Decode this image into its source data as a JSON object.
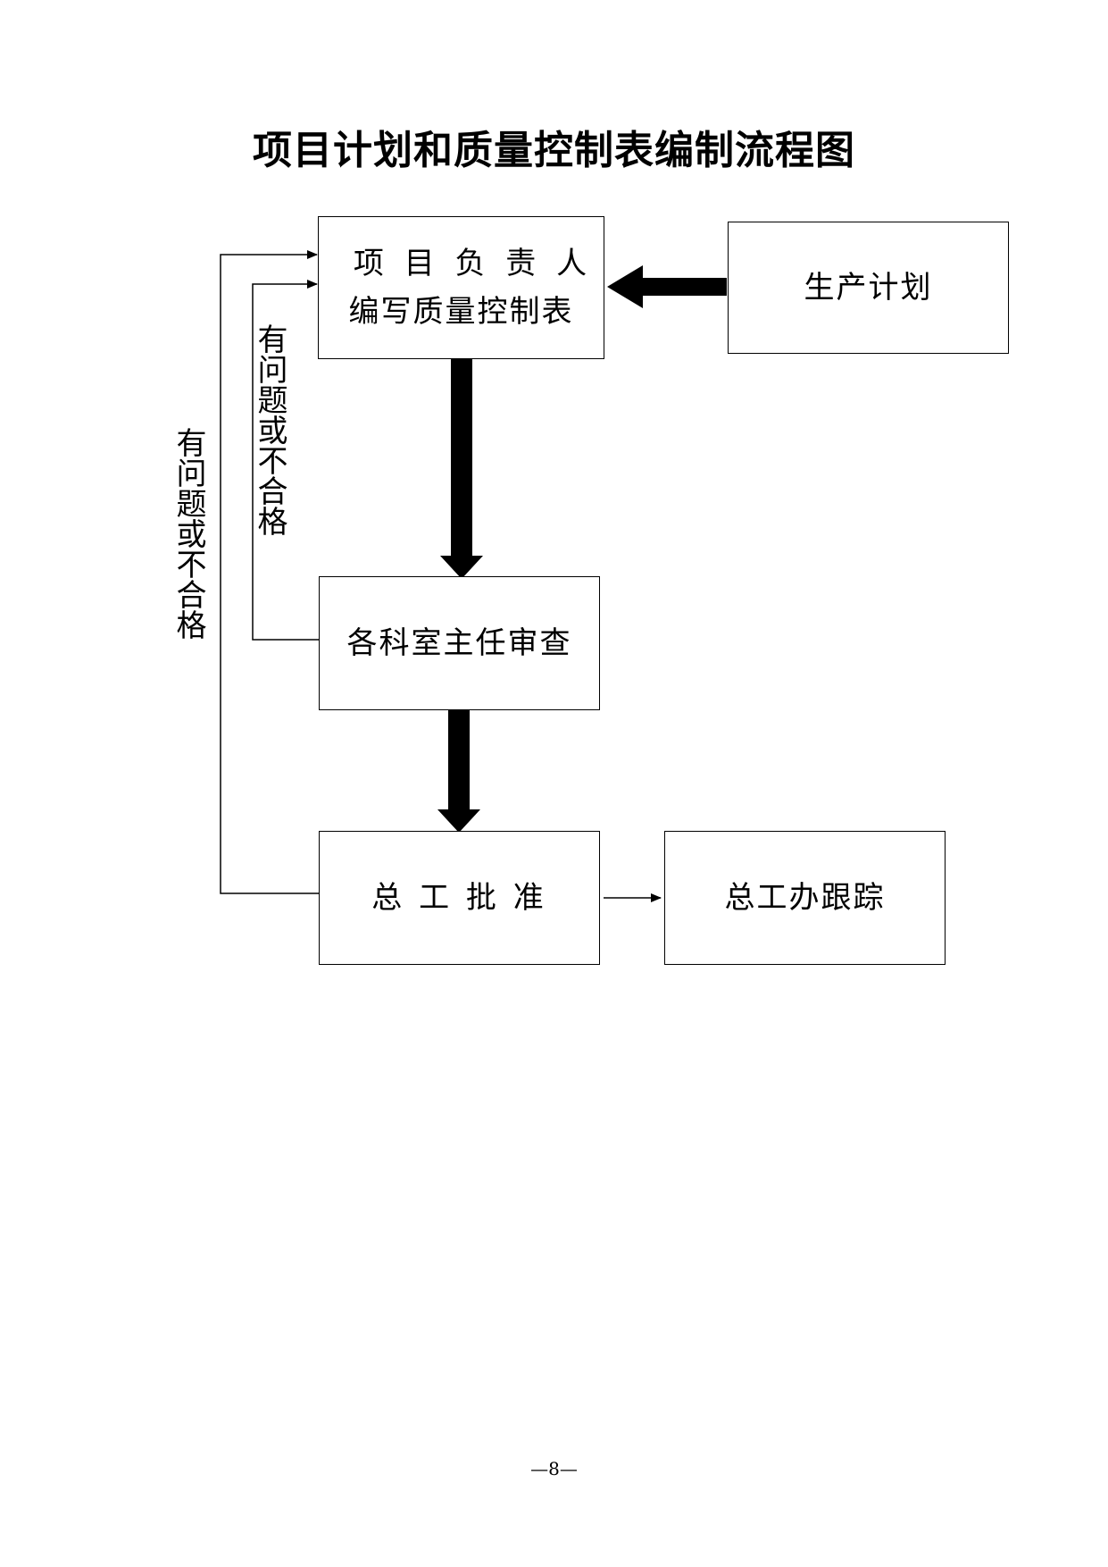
{
  "title": "项目计划和质量控制表编制流程图",
  "nodes": {
    "author_line1": "项 目 负 责 人",
    "author_line2": "编写质量控制表",
    "production_plan": "生产计划",
    "review": "各科室主任审查",
    "approval": "总 工 批 准",
    "tracking": "总工办跟踪"
  },
  "feedback": {
    "inner_label": "有问题或不合格",
    "outer_label": "有问题或不合格"
  },
  "page_number": "—8—"
}
